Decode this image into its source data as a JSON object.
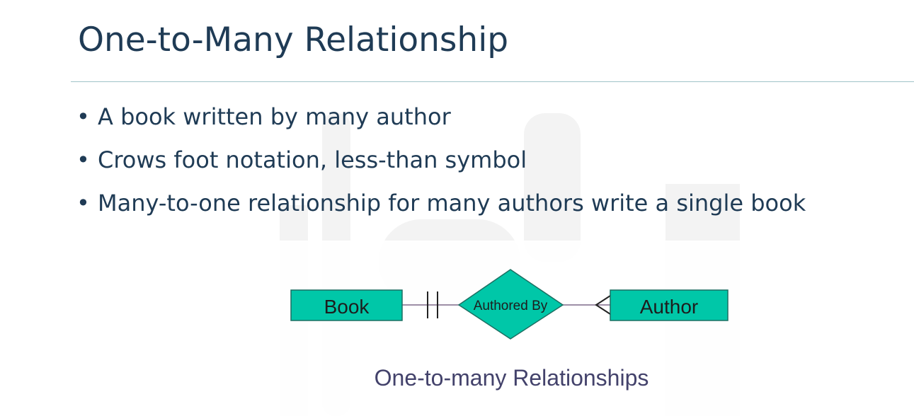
{
  "slide": {
    "title": "One-to-Many Relationship",
    "bullets": [
      "A book written by many author",
      "Crows foot notation, less-than symbol",
      "Many-to-one relationship for many authors write a single book"
    ],
    "bullet_marker": "•"
  },
  "diagram": {
    "entity_left": "Book",
    "relationship": "Authored By",
    "entity_right": "Author",
    "caption": "One-to-many Relationships",
    "colors": {
      "fill": "#00c7a8",
      "stroke": "#1c6f62",
      "text": "#1d1d1d",
      "caption": "#43426b",
      "title": "#1f3b55"
    }
  }
}
